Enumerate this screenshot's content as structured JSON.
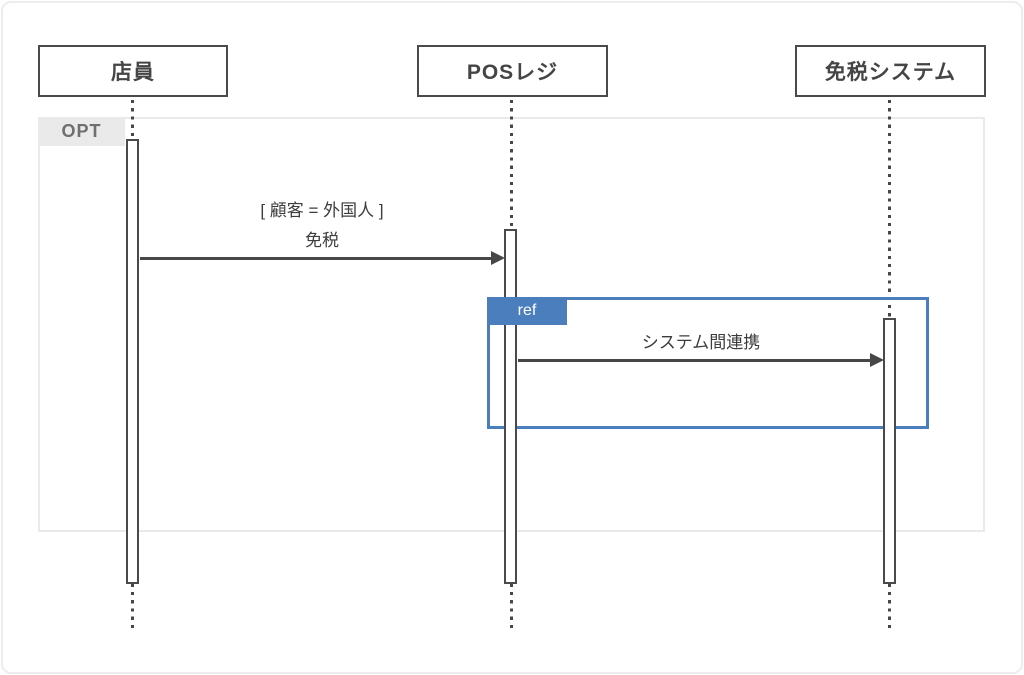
{
  "diagram": {
    "actors": [
      {
        "id": "clerk",
        "label": "店員"
      },
      {
        "id": "pos",
        "label": "POSレジ"
      },
      {
        "id": "duty_free",
        "label": "免税システム"
      }
    ],
    "fragment": {
      "operator": "OPT"
    },
    "ref": {
      "label": "ref"
    },
    "messages": [
      {
        "from": "clerk",
        "to": "pos",
        "guard": "[ 顧客 = 外国人 ]",
        "label": "免税"
      },
      {
        "from": "pos",
        "to": "duty_free",
        "label": "システム間連携"
      }
    ],
    "colors": {
      "stroke": "#474747",
      "text": "#3d3d3d",
      "accent_blue": "#4a7ebd",
      "fragment_gray": "#eaeaea",
      "fragment_text": "#6f6f6f"
    }
  }
}
